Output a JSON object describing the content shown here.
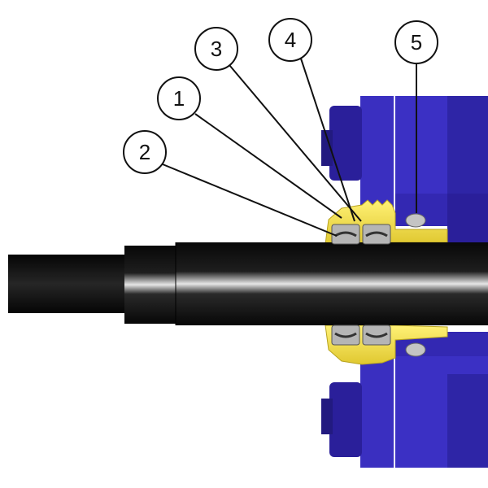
{
  "colors": {
    "housing": "#3a2fc0",
    "housing_dark": "#2a1f9a",
    "housing_light": "#4a40d8",
    "shaft": "#151515",
    "seal_holder": "#f5e34a",
    "seal_holder_dark": "#c9b52a",
    "seal": "#b5b5b5",
    "seal_dark": "#808080",
    "oring": "#bdbdbd"
  },
  "callouts": [
    {
      "id": "1",
      "label": "1",
      "part": "seal-1"
    },
    {
      "id": "2",
      "label": "2",
      "part": "seal-2"
    },
    {
      "id": "3",
      "label": "3",
      "part": "seal-3"
    },
    {
      "id": "4",
      "label": "4",
      "part": "seal-4"
    },
    {
      "id": "5",
      "label": "5",
      "part": "o-ring"
    }
  ]
}
